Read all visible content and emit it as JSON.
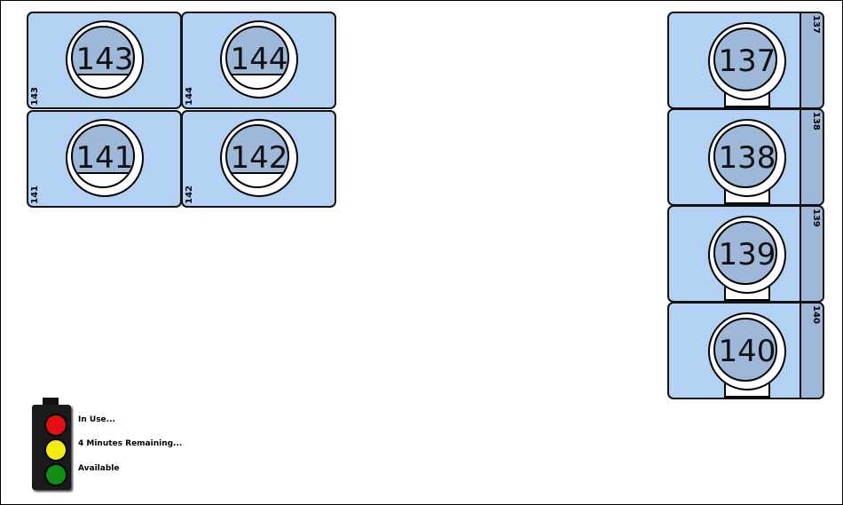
{
  "stations_grid": [
    {
      "id": "143",
      "label": "143",
      "side_label": "143"
    },
    {
      "id": "144",
      "label": "144",
      "side_label": "144"
    },
    {
      "id": "141",
      "label": "141",
      "side_label": "141"
    },
    {
      "id": "142",
      "label": "142",
      "side_label": "142"
    }
  ],
  "stations_column": [
    {
      "id": "137",
      "label": "137",
      "strip_label": "137"
    },
    {
      "id": "138",
      "label": "138",
      "strip_label": "138"
    },
    {
      "id": "139",
      "label": "139",
      "strip_label": "139"
    },
    {
      "id": "140",
      "label": "140",
      "strip_label": "140"
    }
  ],
  "legend": {
    "in_use": "In Use...",
    "minutes_remaining": "4 Minutes Remaining...",
    "available": "Available"
  },
  "colors": {
    "station_fill": "#b3d1f3",
    "seat_fill": "#9db8d8",
    "in_use": "#e01010",
    "warning": "#f2ec10",
    "available": "#0f8f14"
  }
}
